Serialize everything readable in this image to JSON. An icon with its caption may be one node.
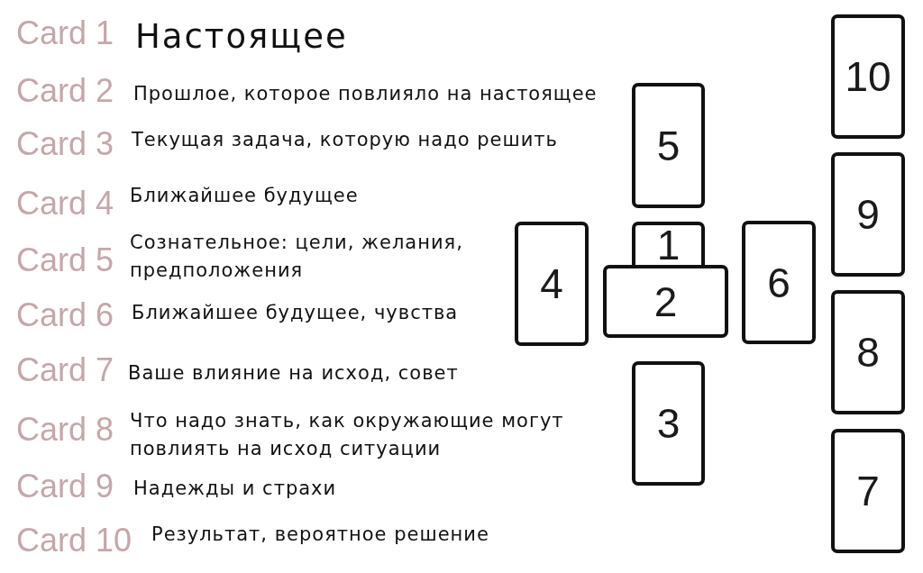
{
  "diagram": {
    "nodes": [
      {
        "text": [
          "1"
        ]
      },
      {
        "text": [
          "2"
        ]
      },
      {
        "text": [
          "3"
        ]
      },
      {
        "text": [
          "4"
        ]
      },
      {
        "text": [
          "5"
        ]
      },
      {
        "text": [
          "6"
        ]
      },
      {
        "text": [
          "7"
        ]
      },
      {
        "text": [
          "8"
        ]
      },
      {
        "text": [
          "9"
        ]
      },
      {
        "text": [
          "10"
        ]
      }
    ],
    "labels": [
      "Card 1",
      "Настоящее",
      "Card 2",
      "Прошлое, которое повлияло на настоящее",
      "Card 3",
      "Текущая задача, которую надо решить",
      "Card 4",
      "Ближайшее будущее",
      "Card 5",
      "Сознательное: цели, желания, предположения",
      "Card 6",
      "Ближайшее будущее, чувства",
      "Card 7",
      "Ваше влияние на исход, совет",
      "Card 8",
      "Что надо знать, как окружающие могут повлиять на исход ситуации",
      "Card 9",
      "Надежды и страхи",
      "Card 10",
      "Результат, вероятное решение"
    ]
  }
}
